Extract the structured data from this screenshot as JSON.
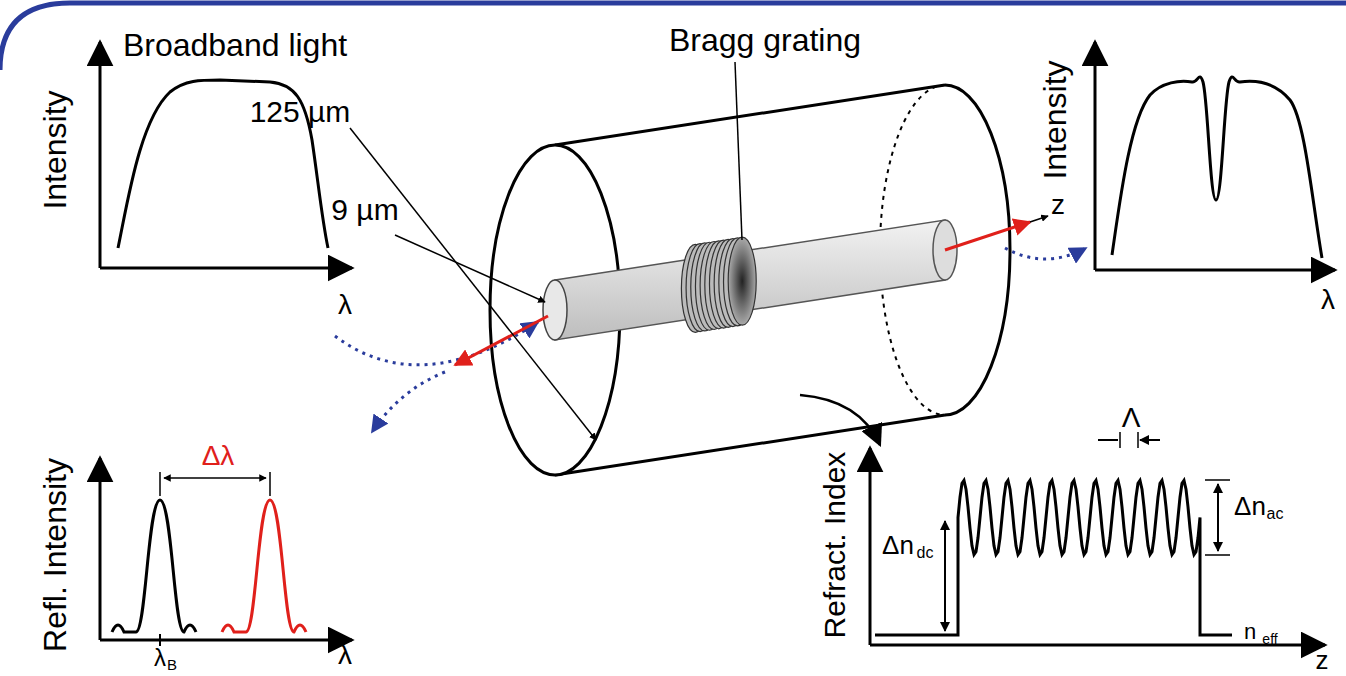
{
  "diagram": {
    "labels": [
      "Broadband light",
      "Intensity",
      "λ",
      "125 µm",
      "9 µm",
      "Bragg grating",
      "z",
      "Intensity",
      "λ",
      "Refl. Intensity",
      "Δλ",
      "λ",
      "B",
      "λ",
      "Refract. Index",
      "Λ",
      "Δn",
      "ac",
      "Δn",
      "dc",
      "n",
      "eff",
      "z"
    ]
  }
}
